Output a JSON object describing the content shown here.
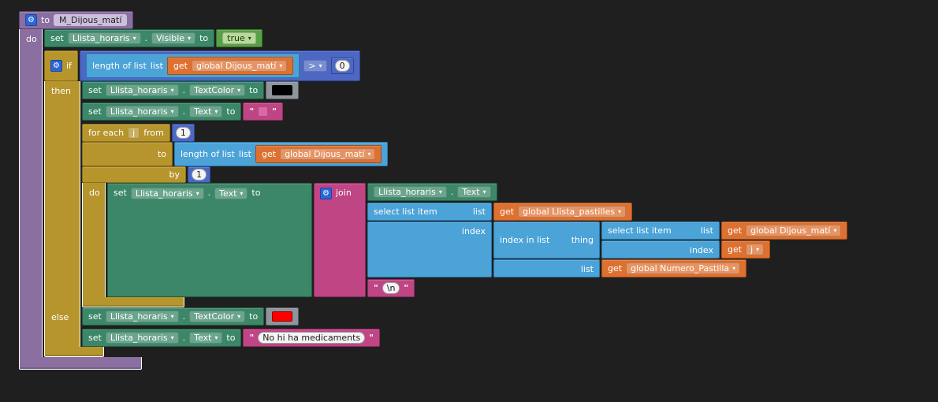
{
  "icons": {
    "gear": "⚙",
    "dropdown": "▾",
    "quote": "\""
  },
  "labels": {
    "set": "set",
    "dot": ".",
    "to": "to",
    "if": "if",
    "then": "then",
    "else": "else",
    "for_each": "for each",
    "from": "from",
    "by": "by",
    "do": "do",
    "get": "get",
    "join": "join",
    "length_of_list": "length of list",
    "list": "list",
    "index": "index",
    "thing": "thing",
    "select_list_item": "select list item",
    "index_in_list": "index in list"
  },
  "proc": {
    "name": "M_Dijous_matí"
  },
  "blocks": {
    "set_visible": {
      "component": "Llista_horaris",
      "property": "Visible",
      "value": "true"
    },
    "condition": {
      "var": "global Dijous_matí",
      "op": ">",
      "num": "0"
    },
    "set_textcolor_then": {
      "component": "Llista_horaris",
      "property": "TextColor",
      "color": "#000000"
    },
    "set_text_then": {
      "component": "Llista_horaris",
      "property": "Text",
      "value": ""
    },
    "foreach": {
      "var": "j",
      "from": "1",
      "by": "1",
      "to_list_var": "global Dijous_matí"
    },
    "set_text_join": {
      "component": "Llista_horaris",
      "property": "Text"
    },
    "join_arg_getter": {
      "component": "Llista_horaris",
      "property": "Text"
    },
    "select_outer": {
      "list_var": "global Llista_pastilles"
    },
    "index_in_list": {
      "list_var": "global Numero_Pastilla"
    },
    "select_inner": {
      "list_var": "global Dijous_matí",
      "index_var": "j"
    },
    "join_arg_text": {
      "value": "\\n"
    },
    "set_textcolor_else": {
      "component": "Llista_horaris",
      "property": "TextColor",
      "color": "#ff0000"
    },
    "set_text_else": {
      "component": "Llista_horaris",
      "property": "Text",
      "value": "No hi ha medicaments"
    }
  }
}
